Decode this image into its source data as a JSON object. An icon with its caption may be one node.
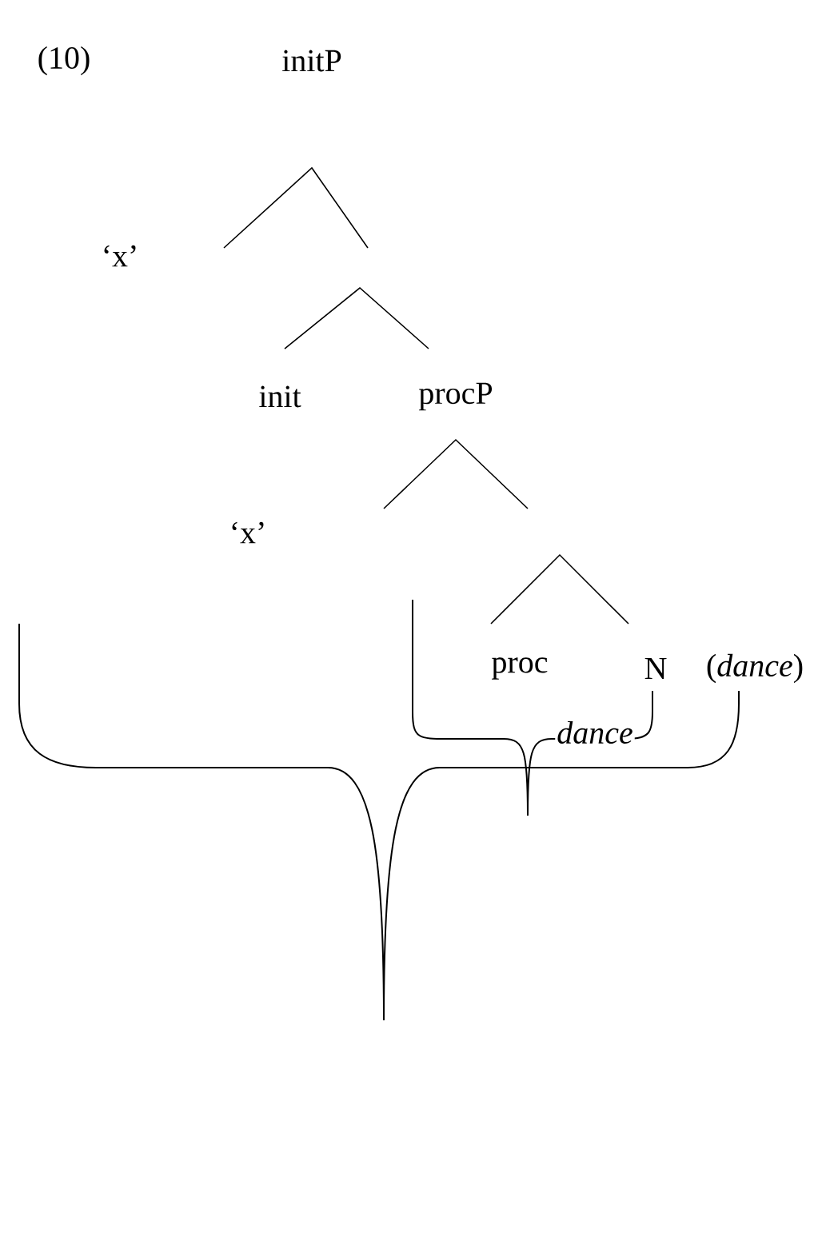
{
  "diagram": {
    "nodes": [
      {
        "text": [
          "initP"
        ]
      },
      {
        "text": [
          "‘x’"
        ]
      },
      {
        "text": [
          "init"
        ]
      },
      {
        "text": [
          "procP"
        ]
      },
      {
        "text": [
          "‘x’"
        ]
      },
      {
        "text": [
          "proc"
        ]
      },
      {
        "text": [
          "N"
        ]
      }
    ],
    "labels": [
      "(10)",
      "(*dance*)",
      "dance"
    ]
  }
}
